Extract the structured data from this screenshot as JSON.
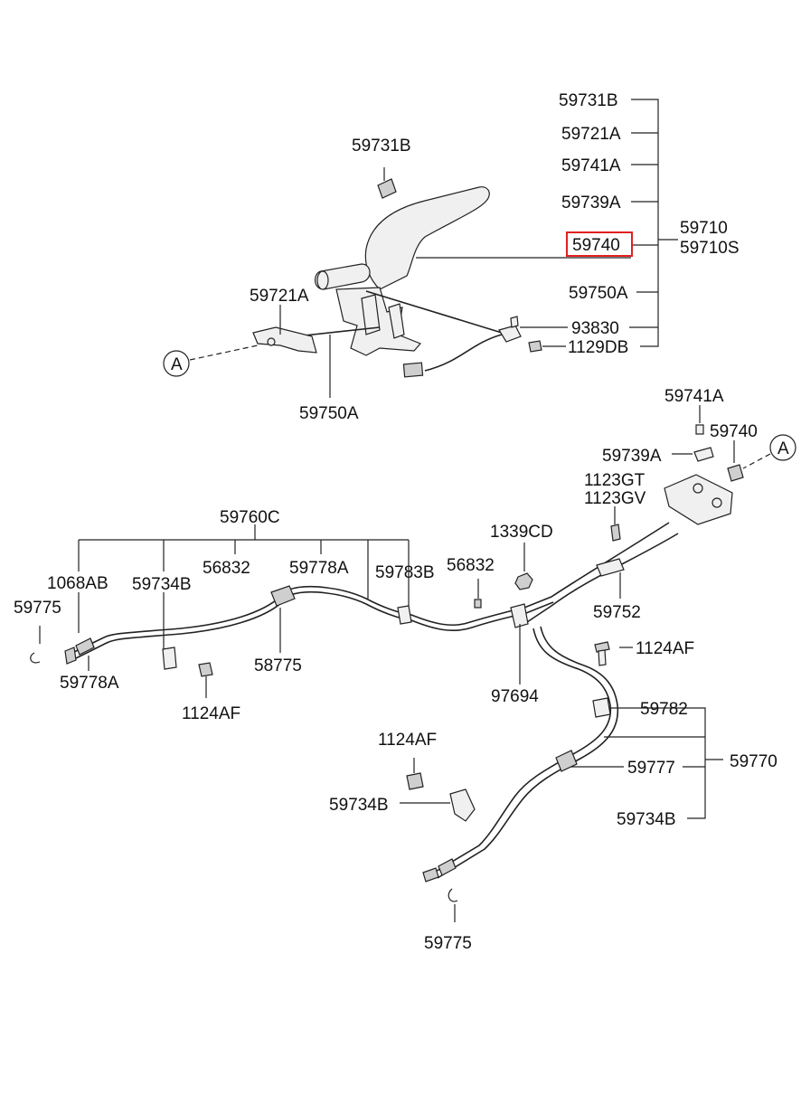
{
  "labels": {
    "top_59731B_r": "59731B",
    "top_59721A_r": "59721A",
    "top_59741A_r": "59741A",
    "top_59739A_r": "59739A",
    "top_59740_r": "59740",
    "top_59710": "59710",
    "top_59710S": "59710S",
    "top_59750A_r": "59750A",
    "top_93830": "93830",
    "top_1129DB": "1129DB",
    "top_59731B_l": "59731B",
    "top_59721A_l": "59721A",
    "top_59750A_b": "59750A",
    "callout_a_left": "A",
    "right_59741A": "59741A",
    "right_59740": "59740",
    "right_59739A": "59739A",
    "callout_a_right": "A",
    "right_1123GT": "1123GT",
    "right_1123GV": "1123GV",
    "mid_59760C": "59760C",
    "mid_1339CD": "1339CD",
    "mid_1068AB": "1068AB",
    "mid_59734B": "59734B",
    "mid_56832_a": "56832",
    "mid_59778A_a": "59778A",
    "mid_59783B": "59783B",
    "mid_56832_b": "56832",
    "mid_59775": "59775",
    "mid_59752": "59752",
    "mid_59778A_b": "59778A",
    "mid_58775": "58775",
    "mid_1124AF_a": "1124AF",
    "mid_97694": "97694",
    "low_1124AF_r": "1124AF",
    "low_59782": "59782",
    "low_1124AF_l": "1124AF",
    "low_59777": "59777",
    "low_59770": "59770",
    "low_59734B_l": "59734B",
    "low_59734B_r": "59734B",
    "low_59775": "59775"
  },
  "highlight": {
    "part": "59740",
    "color": "#e02020"
  }
}
